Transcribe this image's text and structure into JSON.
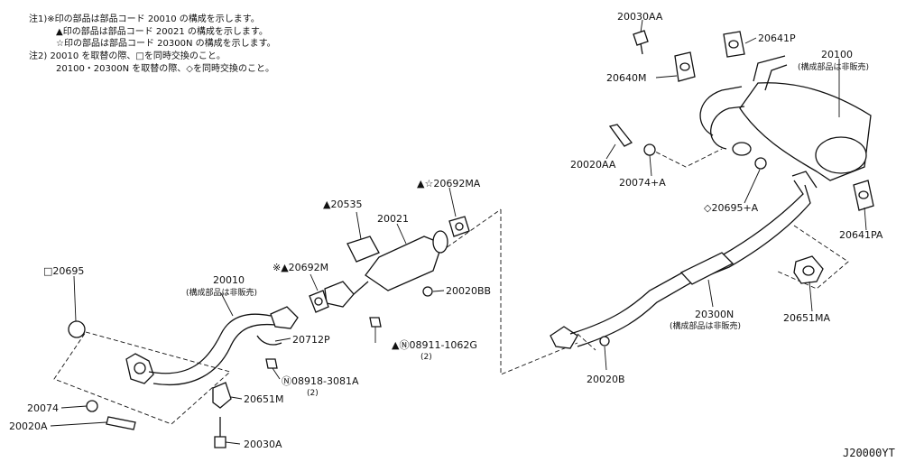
{
  "notes": [
    {
      "text": "注1)※印の部品は部品コード 20010 の構成を示します。"
    },
    {
      "text": "▲印の部品は部品コード 20021 の構成を示します。"
    },
    {
      "text": "☆印の部品は部品コード 20300N の構成を示します。"
    },
    {
      "text": "注2) 20010 を取替の際、□を同時交換のこと。"
    },
    {
      "text": "20100・20300N を取替の際、◇を同時交換のこと。"
    }
  ],
  "parts": [
    {
      "id": "20030aa",
      "label": "20030AA"
    },
    {
      "id": "20641p",
      "label": "20641P"
    },
    {
      "id": "20100",
      "label": "20100",
      "sub": "(構成部品は非販売)"
    },
    {
      "id": "20640m",
      "label": "20640M"
    },
    {
      "id": "20020aa",
      "label": "20020AA"
    },
    {
      "id": "20074a",
      "label": "20074+A"
    },
    {
      "id": "20695a",
      "label": "◇20695+A"
    },
    {
      "id": "20641pa",
      "label": "20641PA"
    },
    {
      "id": "20651ma",
      "label": "20651MA"
    },
    {
      "id": "20300n",
      "label": "20300N",
      "sub": "(構成部品は非販売)"
    },
    {
      "id": "20020b",
      "label": "20020B"
    },
    {
      "id": "20692ma",
      "label": "▲☆20692MA"
    },
    {
      "id": "20535",
      "label": "▲20535"
    },
    {
      "id": "20021",
      "label": "20021"
    },
    {
      "id": "20692m",
      "label": "※▲20692M"
    },
    {
      "id": "20020bb",
      "label": "20020BB"
    },
    {
      "id": "08911",
      "label": "▲Ⓝ08911-1062G",
      "sub": "(2)"
    },
    {
      "id": "20695",
      "label": "□20695"
    },
    {
      "id": "20010",
      "label": "20010",
      "sub": "(構成部品は非販売)"
    },
    {
      "id": "20712p",
      "label": "20712P"
    },
    {
      "id": "08918",
      "label": "Ⓝ08918-3081A",
      "sub": "(2)"
    },
    {
      "id": "20651m",
      "label": "20651M"
    },
    {
      "id": "20074",
      "label": "20074"
    },
    {
      "id": "20020a",
      "label": "20020A"
    },
    {
      "id": "20030a",
      "label": "20030A"
    }
  ],
  "diagram_code": "J20000YT"
}
